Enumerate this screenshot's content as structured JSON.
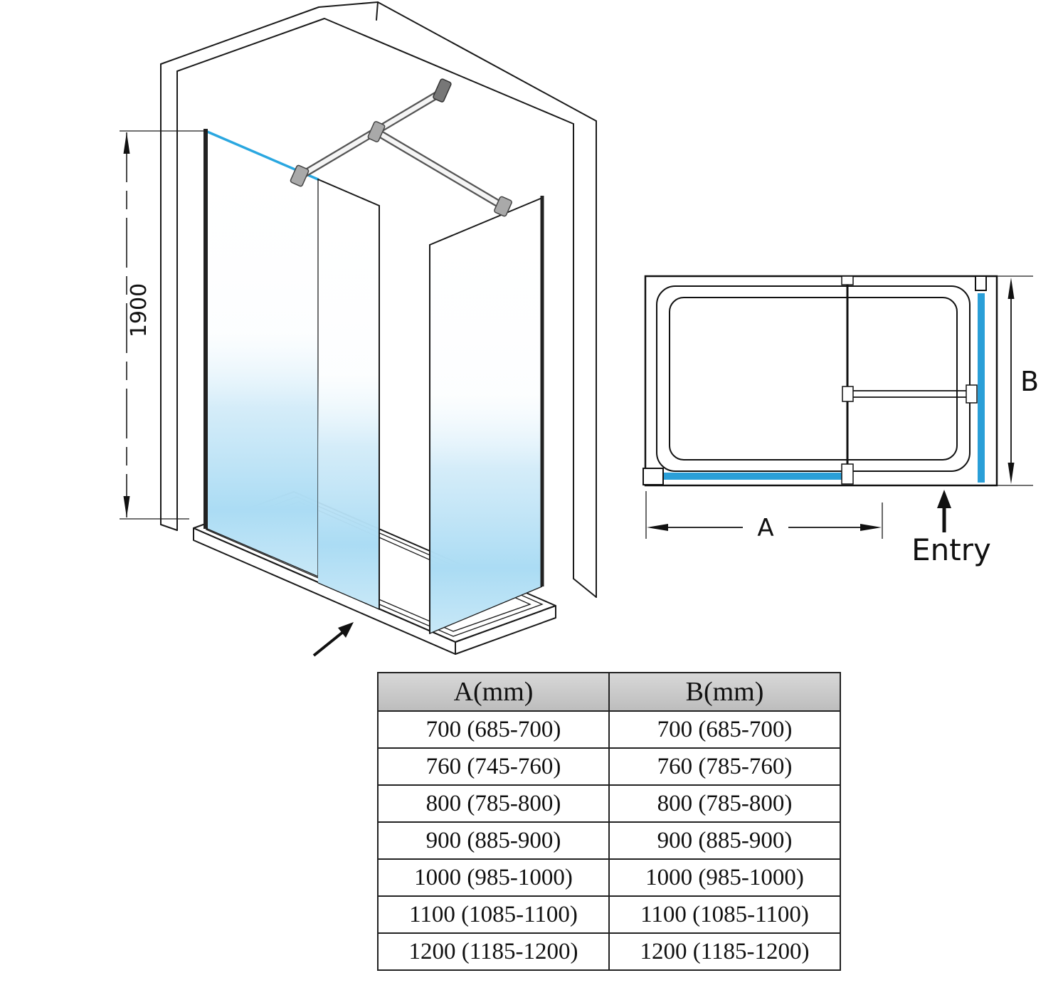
{
  "diagram": {
    "iso": {
      "height_label": "1900"
    },
    "plan": {
      "dim_a_label": "A",
      "dim_b_label": "B",
      "entry_label": "Entry"
    }
  },
  "table": {
    "headers": [
      "A(mm)",
      "B(mm)"
    ],
    "rows": [
      [
        "700 (685-700)",
        "700 (685-700)"
      ],
      [
        "760 (745-760)",
        "760 (785-760)"
      ],
      [
        "800 (785-800)",
        "800 (785-800)"
      ],
      [
        "900 (885-900)",
        "900 (885-900)"
      ],
      [
        "1000 (985-1000)",
        "1000 (985-1000)"
      ],
      [
        "1100 (1085-1100)",
        "1100 (1085-1100)"
      ],
      [
        "1200 (1185-1200)",
        "1200 (1185-1200)"
      ]
    ]
  },
  "colors": {
    "accent_blue": "#2a9fd8",
    "glass_edge_blue": "#2aa7e0",
    "header_grey": "#c8c8c8"
  }
}
